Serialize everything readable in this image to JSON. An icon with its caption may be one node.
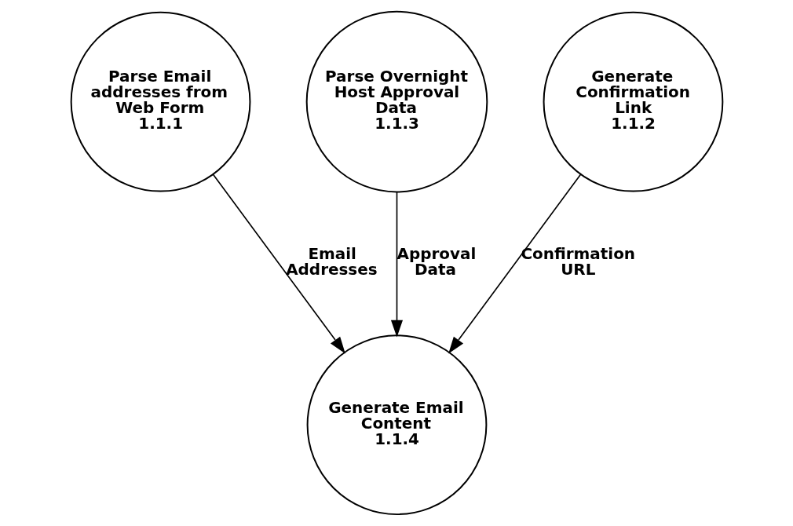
{
  "diagram": {
    "nodes": [
      {
        "text": [
          "Parse Email addresses from Web Form",
          "1.1.1"
        ]
      },
      {
        "text": [
          "Parse Overnight Host Approval Data",
          "1.1.3"
        ]
      },
      {
        "text": [
          "Generate Confirmation Link",
          "1.1.2"
        ]
      },
      {
        "text": [
          "Generate Email Content",
          "1.1.4"
        ]
      }
    ],
    "edges": [
      {
        "from": 0,
        "to": 3,
        "arrow": "to",
        "label": "Email Addresses"
      },
      {
        "from": 1,
        "to": 3,
        "arrow": "to",
        "label": "Approval Data"
      },
      {
        "from": 2,
        "to": 3,
        "arrow": "to",
        "label": "Confirmation URL"
      }
    ]
  }
}
